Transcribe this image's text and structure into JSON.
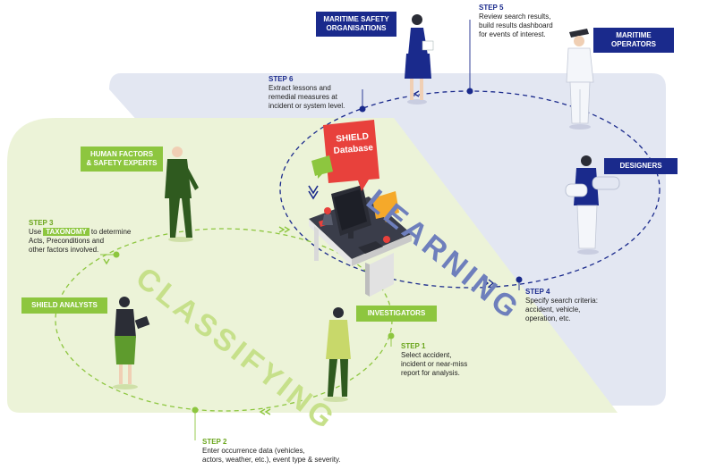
{
  "labels": {
    "maritime_safety": "MARITIME SAFETY\nORGANISATIONS",
    "maritime_operators": "MARITIME\nOPERATORS",
    "designers": "DESIGNERS",
    "human_factors": "HUMAN FACTORS\n& SAFETY EXPERTS",
    "shield_analysts": "SHIELD ANALYSTS",
    "investigators": "INVESTIGATORS"
  },
  "zones": {
    "learning": "LEARNING",
    "classifying": "CLASSIFYING"
  },
  "database_sign": "SHIELD\nDatabase",
  "steps": {
    "step1": {
      "title": "STEP 1",
      "text": "Select accident,\nincident or near-miss\nreport for analysis."
    },
    "step2": {
      "title": "STEP 2",
      "text": "Enter occurrence data (vehicles,\nactors, weather, etc.), event type & severity."
    },
    "step3": {
      "title": "STEP 3",
      "pre": "Use",
      "tag": "TAXONOMY",
      "post": "to determine",
      "text": "Acts, Preconditions and\nother factors involved."
    },
    "step4": {
      "title": "STEP 4",
      "text": "Specify search criteria:\naccident, vehicle,\noperation, etc."
    },
    "step5": {
      "title": "STEP 5",
      "text": "Review search results,\nbuild results dashboard\nfor events of interest."
    },
    "step6": {
      "title": "STEP 6",
      "text": "Extract lessons and\nremedial measures at\nincident or system level."
    }
  },
  "colors": {
    "navy": "#1a2a8c",
    "green": "#8dc63f",
    "learning_bg": "#e3e7f2",
    "classifying_bg": "#ecf3d8",
    "sign_red": "#e8413c"
  }
}
